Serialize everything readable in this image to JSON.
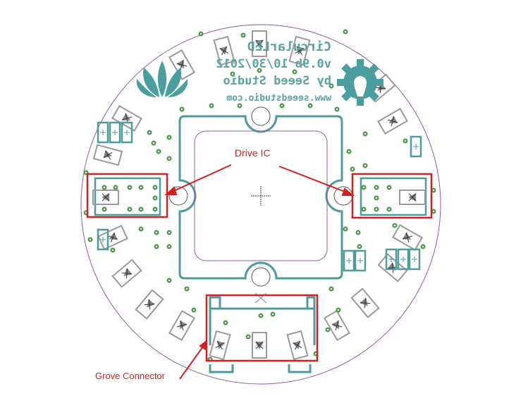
{
  "board": {
    "title": "CircularLED",
    "version": "v0.9b 10/30/2012",
    "author": "by Seeed Studio",
    "website": "www.seeedstudio.com"
  },
  "annotations": {
    "drive_ic": "Drive IC",
    "grove_connector": "Grove  Connector"
  },
  "colors": {
    "outline": "#8b5c9c",
    "copper_outline": "#4f9b9b",
    "silkscreen": "#5aa3a3",
    "part": "#9a9a9a",
    "via": "#4d9a4d",
    "annotation": "#d02020"
  }
}
